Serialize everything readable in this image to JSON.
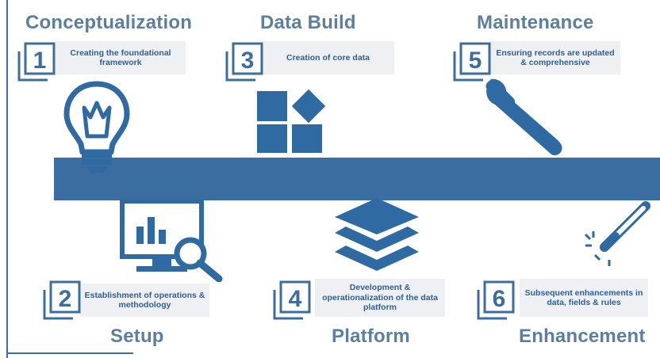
{
  "colors": {
    "primary": "#2f6aa3",
    "title": "#5d7f9f",
    "box": "#eef0f3"
  },
  "stages": [
    {
      "number": "1",
      "title": "Conceptualization",
      "description": "Creating the foundational framework",
      "icon": "lightbulb-icon"
    },
    {
      "number": "2",
      "title": "Setup",
      "description": "Establishment of operations & methodology",
      "icon": "monitor-magnifier-icon"
    },
    {
      "number": "3",
      "title": "Data Build",
      "description": "Creation of core data",
      "icon": "blocks-icon"
    },
    {
      "number": "4",
      "title": "Platform",
      "description": "Development & operationalization of the data platform",
      "icon": "layers-icon"
    },
    {
      "number": "5",
      "title": "Maintenance",
      "description": "Ensuring records are updated & comprehensive",
      "icon": "wrench-screwdriver-icon"
    },
    {
      "number": "6",
      "title": "Enhancement",
      "description": "Subsequent enhancements in data, fields & rules",
      "icon": "magic-wand-icon"
    }
  ]
}
